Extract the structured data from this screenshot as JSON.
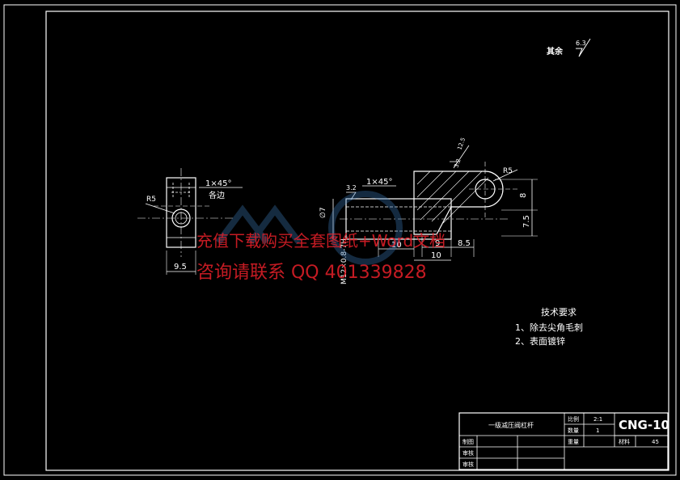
{
  "roughness_other": {
    "label": "其余",
    "value": "6.3"
  },
  "left_view": {
    "chamfer": "1×45°",
    "each_side": "各边",
    "radius": "R5",
    "width": "9.5"
  },
  "center_view": {
    "roughness": "3.2",
    "chamfer": "1×45°",
    "diameter": "∅7",
    "thread": "M12×0.8-7H",
    "dim_10_a": "10",
    "dim_9": "9",
    "dim_8_5": "8.5",
    "dim_10_b": "10",
    "dim_r5": "R5",
    "dim_8": "8",
    "dim_7_5": "7.5",
    "rough_small": "3.2",
    "rough_12_5": "12.5"
  },
  "watermark": {
    "line1": "充值下载购买全套图纸+Word文档",
    "line2": "咨询请联系 QQ 401339828"
  },
  "tech_req": {
    "title": "技术要求",
    "items": [
      "1、除去尖角毛刺",
      "2、表面镀锌"
    ]
  },
  "title_block": {
    "part_name": "一级减压阀杠杆",
    "ratio_label": "比例",
    "ratio_value": "2:1",
    "qty_label": "数量",
    "qty_value": "1",
    "weight_label": "重量",
    "material_label": "材料",
    "material_value": "45",
    "drawing_no": "CNG-10",
    "designer_label": "制图",
    "checker_label": "审核",
    "third_label": "审核"
  }
}
